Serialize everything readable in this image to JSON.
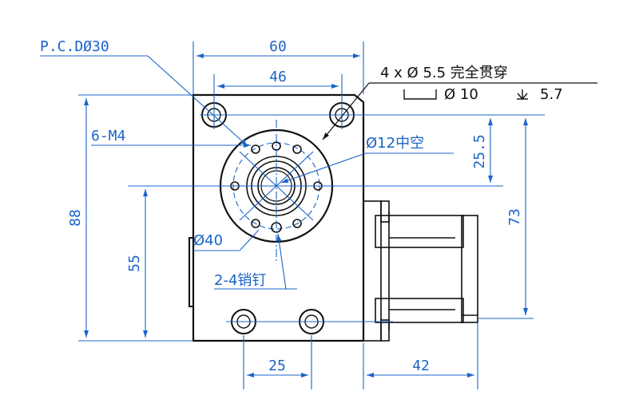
{
  "colors": {
    "dimension": "#1a64c8",
    "outline": "#111111",
    "background": "#ffffff"
  },
  "labels": {
    "pcd": "P.C.DØ30",
    "width_60": "60",
    "width_46": "46",
    "m4": "6-M4",
    "bore": "Ø12中空",
    "flange": "Ø40",
    "pins": "2-4销钉",
    "height_88": "88",
    "height_55": "55",
    "height_25_5": "25.5",
    "height_73": "73",
    "width_25": "25",
    "width_42": "42"
  },
  "hole_callout": {
    "line1": "4 x Ø 5.5 完全贯穿",
    "counterbore_dia": "Ø 10",
    "depth_value": "5.7"
  }
}
